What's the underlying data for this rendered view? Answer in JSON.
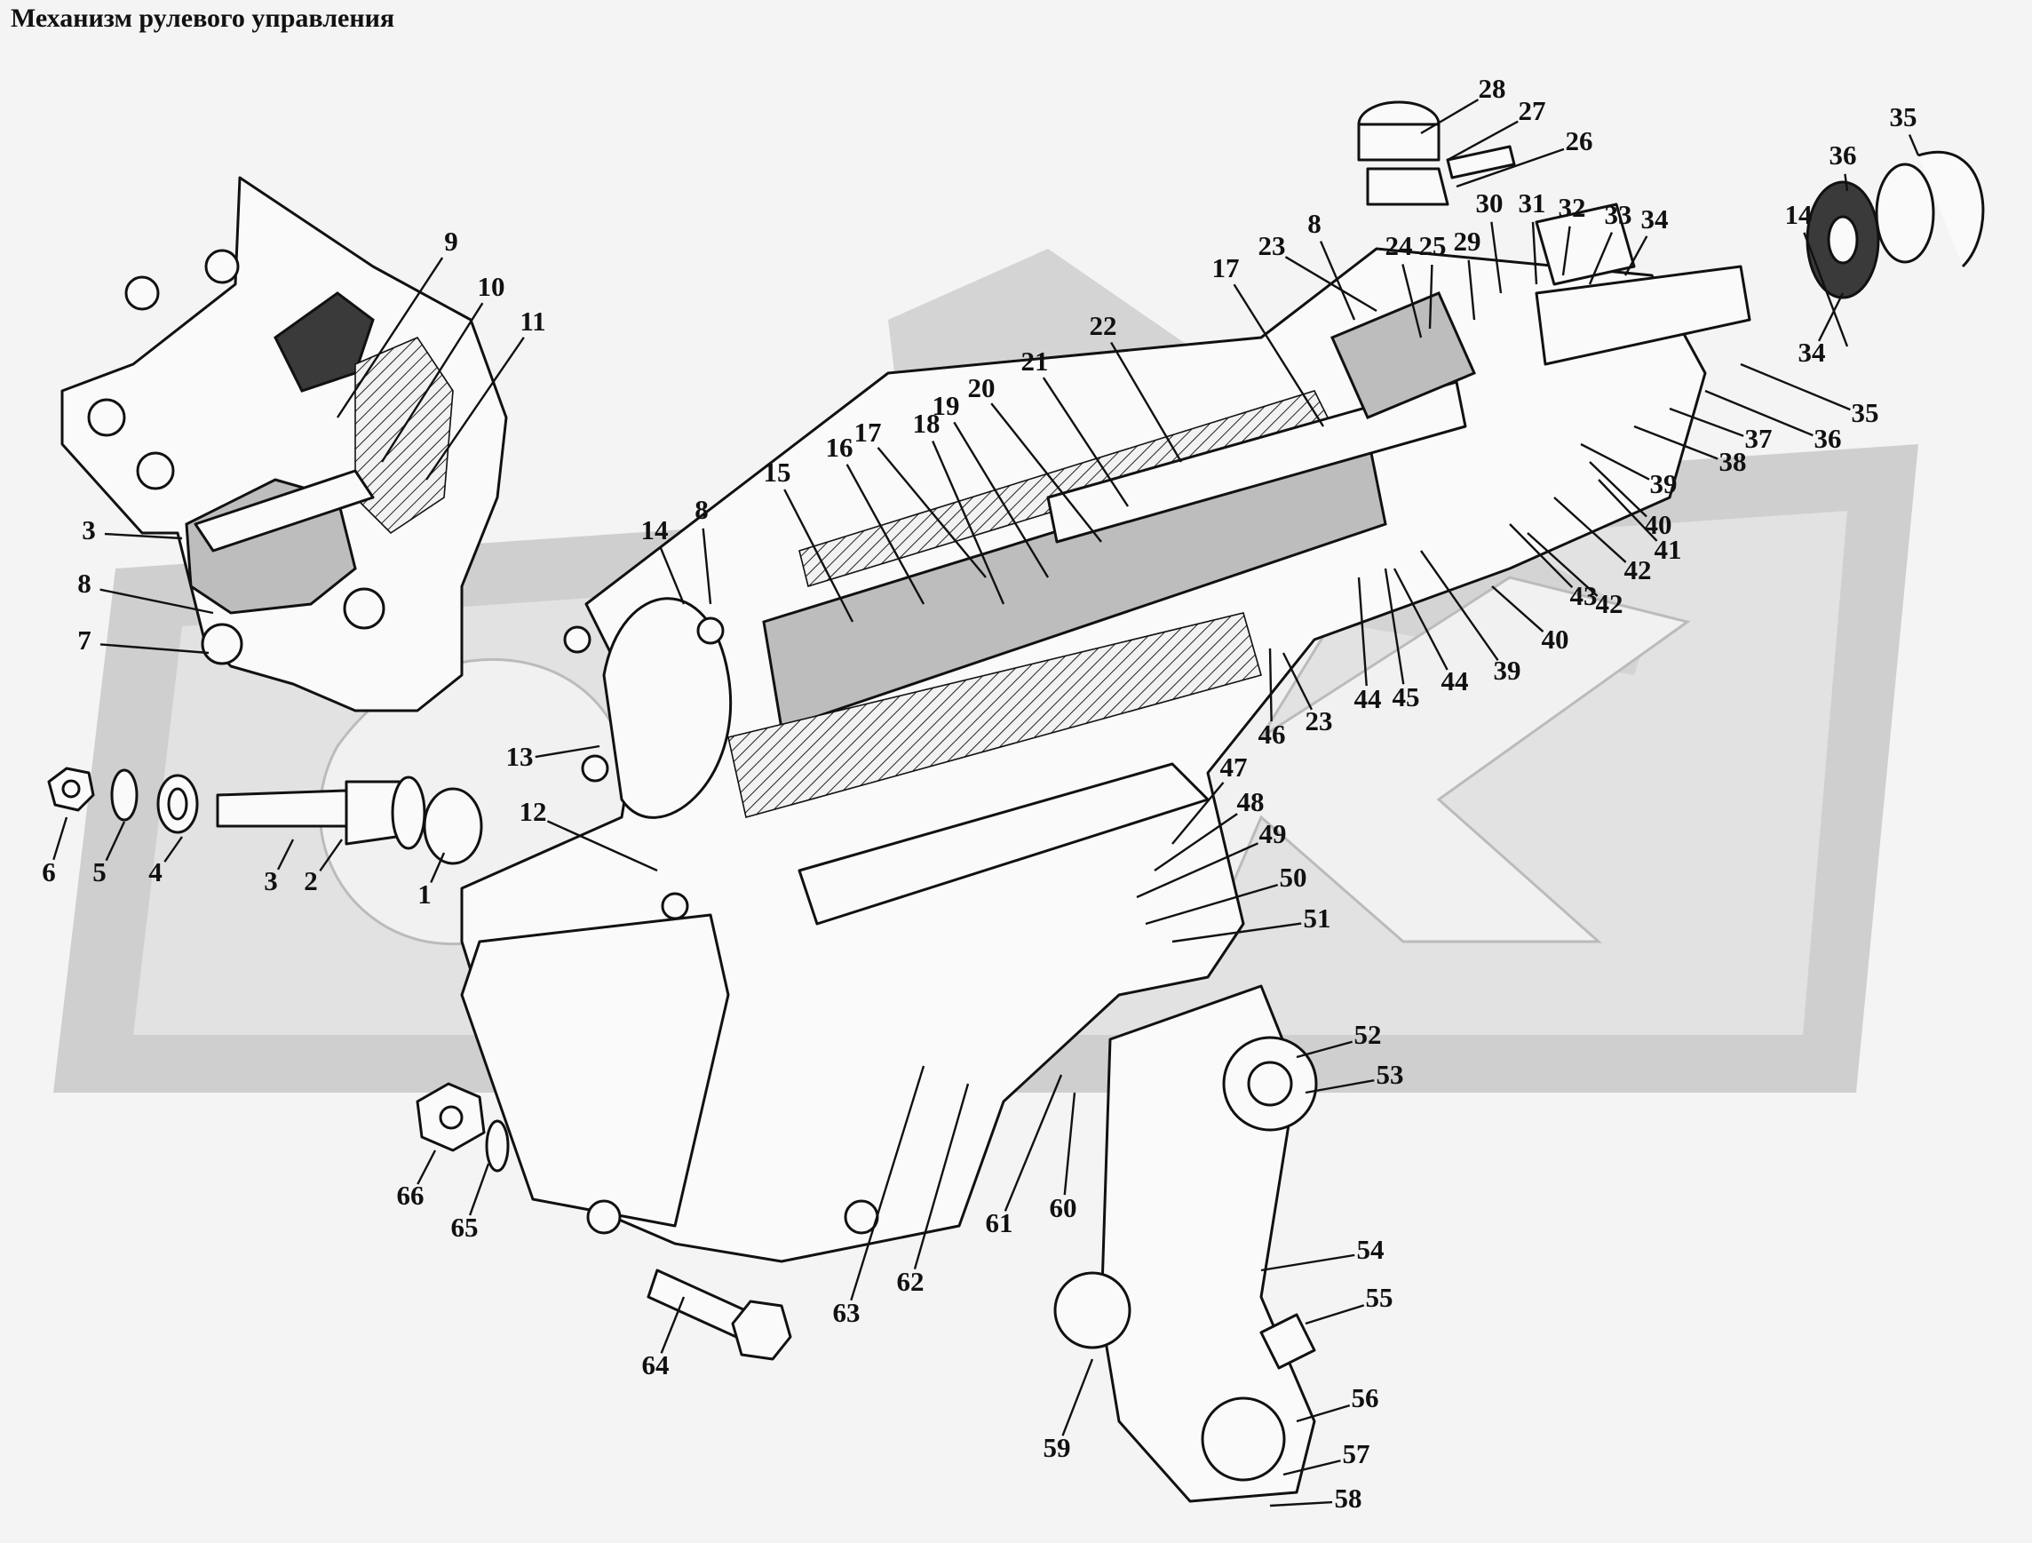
{
  "title": "Механизм рулевого управления",
  "watermark_colors": {
    "band": "#cfcfcf",
    "inner": "#e2e2e2",
    "ink": "#111111"
  },
  "callouts": [
    {
      "label": "1"
    },
    {
      "label": "2"
    },
    {
      "label": "3"
    },
    {
      "label": "3"
    },
    {
      "label": "4"
    },
    {
      "label": "5"
    },
    {
      "label": "6"
    },
    {
      "label": "7"
    },
    {
      "label": "8"
    },
    {
      "label": "8"
    },
    {
      "label": "8"
    },
    {
      "label": "9"
    },
    {
      "label": "10"
    },
    {
      "label": "11"
    },
    {
      "label": "12"
    },
    {
      "label": "13"
    },
    {
      "label": "14"
    },
    {
      "label": "14"
    },
    {
      "label": "15"
    },
    {
      "label": "16"
    },
    {
      "label": "17"
    },
    {
      "label": "17"
    },
    {
      "label": "18"
    },
    {
      "label": "19"
    },
    {
      "label": "20"
    },
    {
      "label": "21"
    },
    {
      "label": "22"
    },
    {
      "label": "23"
    },
    {
      "label": "23"
    },
    {
      "label": "24"
    },
    {
      "label": "25"
    },
    {
      "label": "26"
    },
    {
      "label": "27"
    },
    {
      "label": "28"
    },
    {
      "label": "29"
    },
    {
      "label": "30"
    },
    {
      "label": "31"
    },
    {
      "label": "32"
    },
    {
      "label": "33"
    },
    {
      "label": "34"
    },
    {
      "label": "34"
    },
    {
      "label": "35"
    },
    {
      "label": "35"
    },
    {
      "label": "36"
    },
    {
      "label": "36"
    },
    {
      "label": "37"
    },
    {
      "label": "38"
    },
    {
      "label": "39"
    },
    {
      "label": "39"
    },
    {
      "label": "40"
    },
    {
      "label": "40"
    },
    {
      "label": "41"
    },
    {
      "label": "42"
    },
    {
      "label": "42"
    },
    {
      "label": "43"
    },
    {
      "label": "44"
    },
    {
      "label": "44"
    },
    {
      "label": "45"
    },
    {
      "label": "46"
    },
    {
      "label": "47"
    },
    {
      "label": "48"
    },
    {
      "label": "49"
    },
    {
      "label": "50"
    },
    {
      "label": "51"
    },
    {
      "label": "52"
    },
    {
      "label": "53"
    },
    {
      "label": "54"
    },
    {
      "label": "55"
    },
    {
      "label": "56"
    },
    {
      "label": "57"
    },
    {
      "label": "58"
    },
    {
      "label": "59"
    },
    {
      "label": "60"
    },
    {
      "label": "61"
    },
    {
      "label": "62"
    },
    {
      "label": "63"
    },
    {
      "label": "64"
    },
    {
      "label": "65"
    },
    {
      "label": "66"
    }
  ]
}
